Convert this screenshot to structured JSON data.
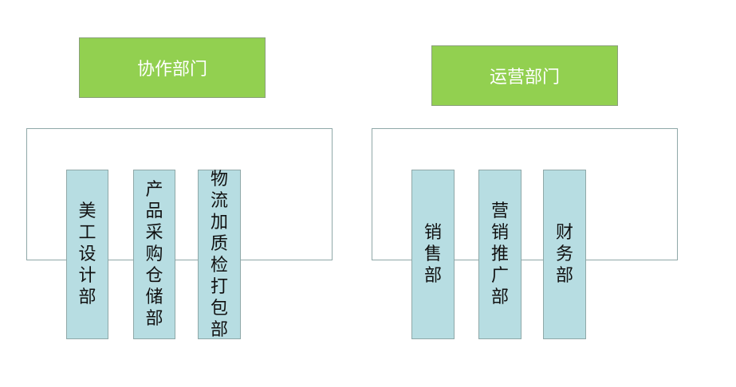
{
  "groups": [
    {
      "title": "协作部门",
      "departments": [
        "美工设计部",
        "产品采购仓储部",
        "物流加质检打包部"
      ]
    },
    {
      "title": "运营部门",
      "departments": [
        "销售部",
        "营销推广部",
        "财务部"
      ]
    }
  ],
  "colors": {
    "header_fill": "#92d050",
    "department_fill": "#b7dde2",
    "frame_border": "#8fa8a8"
  }
}
